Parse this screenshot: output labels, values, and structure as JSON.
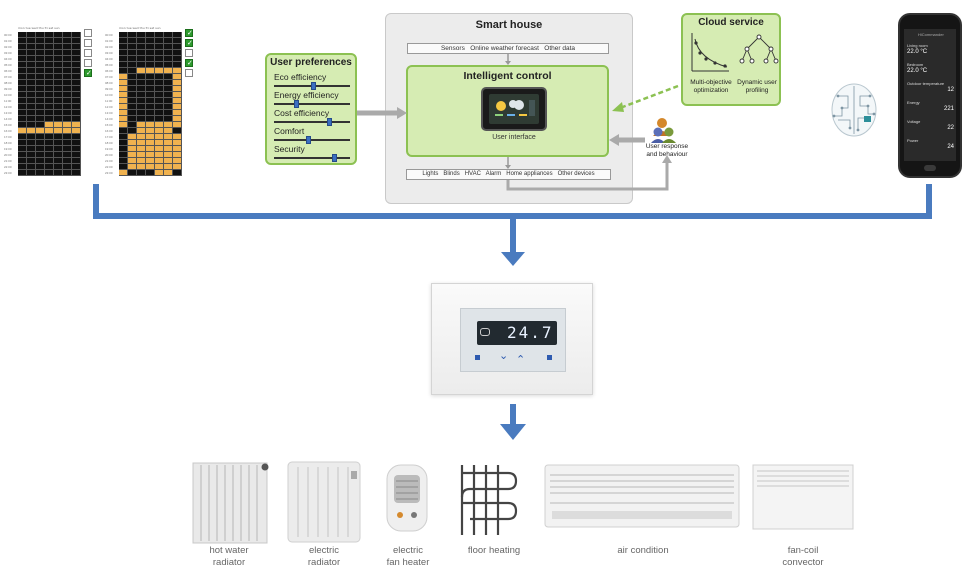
{
  "schedule_left": {
    "days": [
      "mon",
      "tue",
      "wed",
      "thu",
      "fri",
      "sat",
      "sun"
    ],
    "hours": [
      "00:00",
      "01:00",
      "02:00",
      "03:00",
      "04:00",
      "05:00",
      "06:00",
      "07:00",
      "08:00",
      "09:00",
      "10:00",
      "11:00",
      "12:00",
      "13:00",
      "14:00",
      "15:00",
      "16:00",
      "17:00",
      "18:00",
      "19:00",
      "20:00",
      "21:00",
      "22:00",
      "23:00"
    ]
  },
  "schedule_right": {
    "days": [
      "mon",
      "tue",
      "wed",
      "thu",
      "fri",
      "sat",
      "sun"
    ]
  },
  "smart_house": {
    "title": "Smart house",
    "inputs_bar": "Sensors   Online weather forecast   Other data",
    "intelligent_control": "Intelligent control",
    "user_interface": "User interface",
    "outputs_bar": "Lights   Blinds   HVAC   Alarm   Home appliances   Other devices"
  },
  "user_preferences": {
    "title": "User preferences",
    "items": [
      {
        "label": "Eco efficiency",
        "level": 0.52
      },
      {
        "label": "Energy efficiency",
        "level": 0.28
      },
      {
        "label": "Cost efficiency",
        "level": 0.75
      },
      {
        "label": "Comfort",
        "level": 0.45
      },
      {
        "label": "Security",
        "level": 0.82
      }
    ]
  },
  "cloud_service": {
    "title": "Cloud service",
    "optimization": "Multi-objective\noptimization",
    "profiling": "Dynamic user\nprofiling"
  },
  "user_response": "User response\nand behaviour",
  "phone": {
    "header": "HiCommander",
    "rows": [
      {
        "label": "Living room",
        "value": "22.0 °C"
      },
      {
        "label": "Bedroom",
        "value": "22.0 °C"
      },
      {
        "label": "Outdoor temperature",
        "value": "12"
      },
      {
        "label": "Energy",
        "value": "221"
      },
      {
        "label": "Voltage",
        "value": "22"
      },
      {
        "label": "Power",
        "value": "24"
      }
    ]
  },
  "thermostat": {
    "display": "24.7"
  },
  "devices": [
    {
      "label": "hot water\nradiator"
    },
    {
      "label": "electric\nradiator"
    },
    {
      "label": "electric\nfan heater"
    },
    {
      "label": "floor heating"
    },
    {
      "label": "air condition"
    },
    {
      "label": "fan-coil\nconvector"
    }
  ],
  "colors": {
    "accent_blue": "#4a7bbf",
    "green_fill": "#d6ecb3",
    "green_border": "#8cc152",
    "schedule_on": "#f0b24f",
    "schedule_off": "#111111"
  }
}
